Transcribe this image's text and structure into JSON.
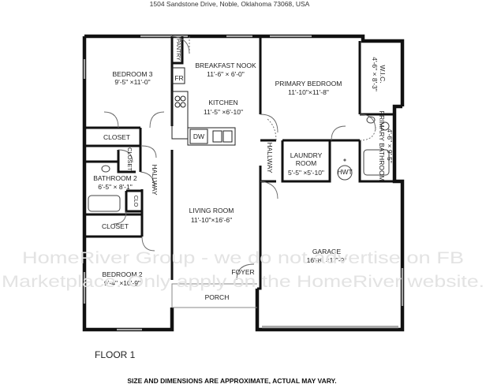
{
  "header": {
    "address": "1504 Sandstone Drive, Noble, Oklahoma 73068, USA"
  },
  "rooms": {
    "bedroom3": {
      "name": "BEDROOM 3",
      "dims": "9'-5\" ×11'-0\""
    },
    "pantry": {
      "name": "PANTRY"
    },
    "breakfast_nook": {
      "name": "BREAKFAST NOOK",
      "dims": "11'-6\" × 6'-0\""
    },
    "fridge": {
      "name": "FR"
    },
    "kitchen": {
      "name": "KITCHEN",
      "dims": "11'-5\" ×6'-10\""
    },
    "dishwasher": {
      "name": "DW"
    },
    "primary_bedroom": {
      "name": "PRIMARY BEDROOM",
      "dims": "11'-10\"×11'-8\""
    },
    "wic": {
      "name": "W.I.C.",
      "dims": "4'-6\" × 8'-3\""
    },
    "primary_bathroom": {
      "name": "PRIMARY BATHROOM",
      "dims": "4'-6\" × 9'-5\""
    },
    "closet_upper": {
      "name": "CLOSET"
    },
    "closet_small": {
      "name": "CLOSET"
    },
    "hallway_left": {
      "name": "HALLWAY"
    },
    "hallway_right": {
      "name": "HALLWAY"
    },
    "laundry": {
      "name": "LAUNDRY",
      "name2": "ROOM",
      "dims": "5'-5\" ×5'-10\""
    },
    "hwt": {
      "name": "HWT"
    },
    "bathroom2": {
      "name": "BATHROOM 2",
      "dims": "6'-5\" × 8'-1\""
    },
    "clo": {
      "name": "CLO"
    },
    "living_room": {
      "name": "LIVING ROOM",
      "dims": "11'-10\"×16'-6\""
    },
    "closet_lower": {
      "name": "CLOSET"
    },
    "garage": {
      "name": "GARAGE",
      "dims": "16'-8\" ×17'-9\""
    },
    "bedroom2": {
      "name": "BEDROOM 2",
      "dims": "9'-4\" ×10'-9\""
    },
    "foyer": {
      "name": "FOYER"
    },
    "porch": {
      "name": "PORCH"
    }
  },
  "watermark": {
    "line1": "HomeRiver Group - we do not advertise on FB",
    "line2": "Marketplace. Only apply on the HomeRiver website."
  },
  "floor_label": "FLOOR 1",
  "footer_note": "SIZE AND DIMENSIONS ARE APPROXIMATE, ACTUAL MAY VARY."
}
